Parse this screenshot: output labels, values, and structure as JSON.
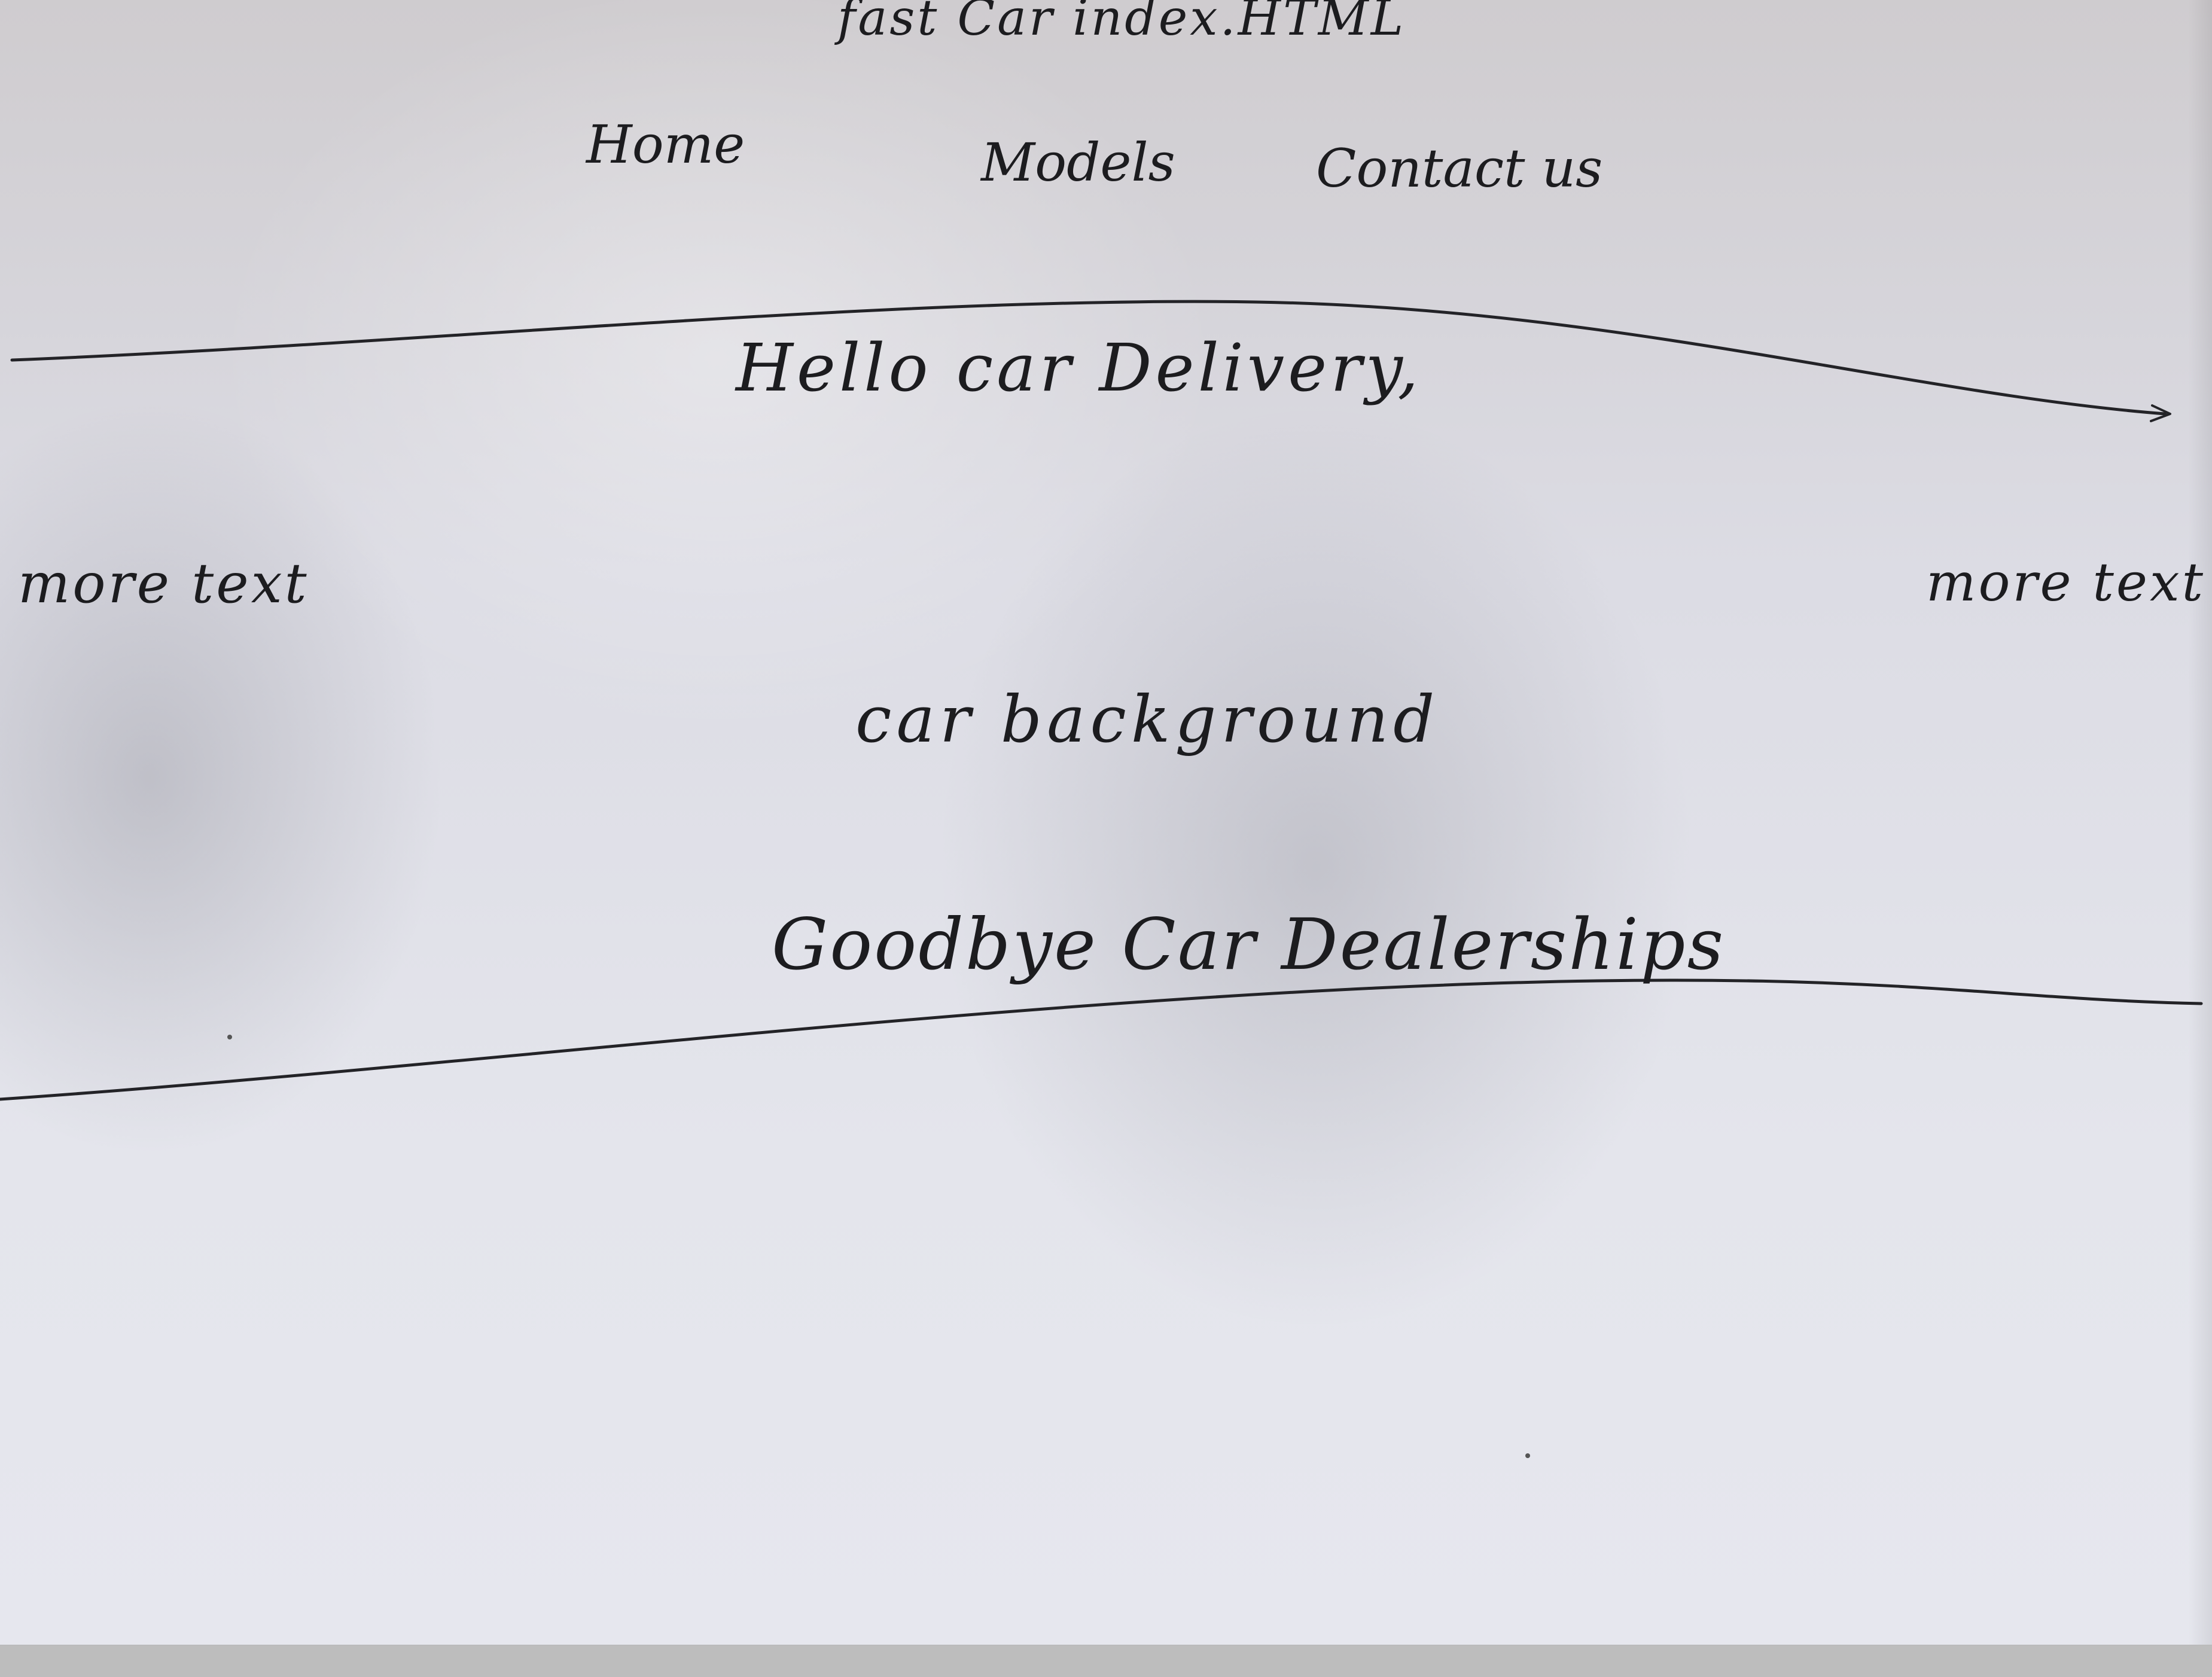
{
  "header": {
    "title": "fast   Car   index.HTML"
  },
  "nav": {
    "home": "Home",
    "models": "Models",
    "contact": "Contact   us"
  },
  "hero": {
    "heading": "Hello   car   Delivery,"
  },
  "side": {
    "left": "more   text",
    "right": "more  text"
  },
  "background": {
    "label": "car      background"
  },
  "footer": {
    "text": "Goodbye Car Dealerships"
  }
}
